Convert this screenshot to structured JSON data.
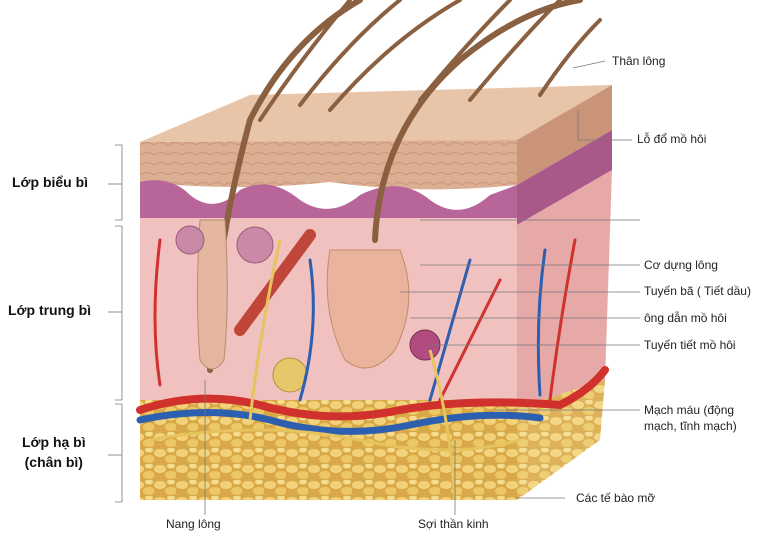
{
  "layers": {
    "epidermis": "Lớp biểu bì",
    "dermis": "Lớp trung bì",
    "hypodermis_line1": "Lớp hạ bì",
    "hypodermis_line2": "(chân bì)"
  },
  "labels": {
    "hair_shaft": "Thân lông",
    "sweat_pore": "Lỗ đổ mồ hôi",
    "arrector_pili": "Cơ dựng lông",
    "sebaceous_gland": "Tuyến bã ( Tiết dầu)",
    "sweat_duct": "ông dẫn mồ hôi",
    "sweat_gland": "Tuyến tiết mồ hôi",
    "blood_vessels_line1": "Mạch máu (động",
    "blood_vessels_line2": "mạch, tĩnh mạch)",
    "fat_cells": "Các tế bào mỡ",
    "hair_follicle": "Nang lông",
    "nerve_fiber": "Sợi thần kinh"
  },
  "colors": {
    "epidermis": "#d9a98c",
    "dermis": "#f1c1bf",
    "basal": "#b5628f",
    "fat": "#e8c66a",
    "artery": "#d0312d",
    "vein": "#2d5fb0",
    "hair": "#8a6040",
    "nerve": "#e6c35c"
  }
}
